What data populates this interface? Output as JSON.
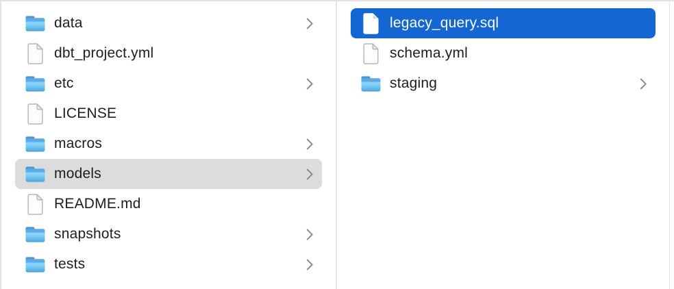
{
  "columns": {
    "left": {
      "items": [
        {
          "label": "data",
          "type": "folder",
          "expandable": true,
          "selected": false
        },
        {
          "label": "dbt_project.yml",
          "type": "file",
          "expandable": false,
          "selected": false
        },
        {
          "label": "etc",
          "type": "folder",
          "expandable": true,
          "selected": false
        },
        {
          "label": "LICENSE",
          "type": "file",
          "expandable": false,
          "selected": false
        },
        {
          "label": "macros",
          "type": "folder",
          "expandable": true,
          "selected": false
        },
        {
          "label": "models",
          "type": "folder",
          "expandable": true,
          "selected": true
        },
        {
          "label": "README.md",
          "type": "file",
          "expandable": false,
          "selected": false
        },
        {
          "label": "snapshots",
          "type": "folder",
          "expandable": true,
          "selected": false
        },
        {
          "label": "tests",
          "type": "folder",
          "expandable": true,
          "selected": false
        }
      ]
    },
    "right": {
      "items": [
        {
          "label": "legacy_query.sql",
          "type": "file",
          "expandable": false,
          "selected": true
        },
        {
          "label": "schema.yml",
          "type": "file",
          "expandable": false,
          "selected": false
        },
        {
          "label": "staging",
          "type": "folder",
          "expandable": true,
          "selected": false
        }
      ]
    }
  },
  "colors": {
    "selection_active": "#1467d2",
    "selection_inactive": "#dcdcdc",
    "text": "#1e1e1e",
    "selected_text": "#ffffff",
    "chevron": "#878787",
    "divider": "#e2e2e2",
    "folder_blue": "#5fb1e8"
  },
  "icons": {
    "folder": "folder-icon",
    "document": "document-icon",
    "expand": "chevron-right-icon"
  }
}
